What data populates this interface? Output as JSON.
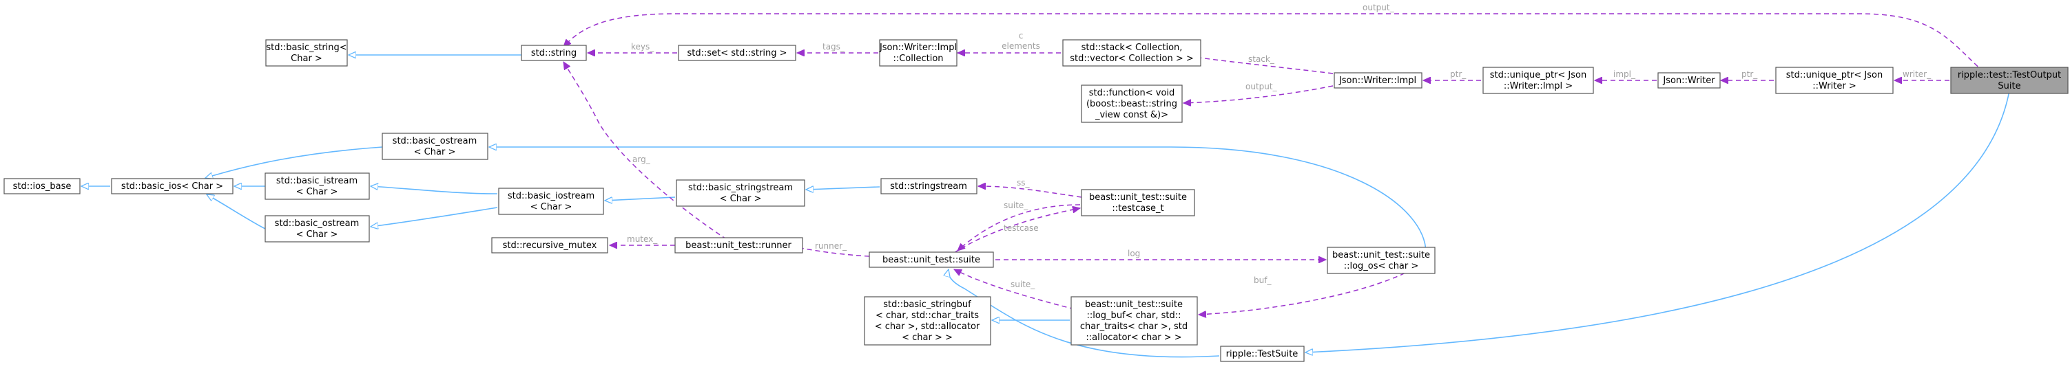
{
  "colors": {
    "inheritance_edge": "#63b8ff",
    "usage_edge": "#9a32cd",
    "edge_label": "#a0a0a0",
    "node_border": "#555555",
    "highlight_fill": "#a0a0a0"
  },
  "nodes": {
    "test_output_suite": [
      "ripple::test::TestOutput",
      "Suite"
    ],
    "unique_ptr_writer": [
      "std::unique_ptr< Json",
      "::Writer >"
    ],
    "json_writer": [
      "Json::Writer"
    ],
    "unique_ptr_writer_impl": [
      "std::unique_ptr< Json",
      "::Writer::Impl >"
    ],
    "writer_impl": [
      "Json::Writer::Impl"
    ],
    "stack_collection": [
      "std::stack< Collection,",
      "std::vector< Collection > >"
    ],
    "writer_impl_collection": [
      "Json::Writer::Impl",
      "::Collection"
    ],
    "set_string": [
      "std::set< std::string >"
    ],
    "std_string": [
      "std::string"
    ],
    "basic_string": [
      "std::basic_string<",
      "Char >"
    ],
    "std_function": [
      "std::function< void",
      "(boost::beast::string",
      "_view const &)>"
    ],
    "basic_ostream_top": [
      "std::basic_ostream",
      "< Char >"
    ],
    "ios_base": [
      "std::ios_base"
    ],
    "basic_ios": [
      "std::basic_ios< Char >"
    ],
    "basic_istream": [
      "std::basic_istream",
      "< Char >"
    ],
    "basic_ostream_bottom": [
      "std::basic_ostream",
      "< Char >"
    ],
    "basic_iostream": [
      "std::basic_iostream",
      "< Char >"
    ],
    "basic_stringstream": [
      "std::basic_stringstream",
      "< Char >"
    ],
    "stringstream": [
      "std::stringstream"
    ],
    "testcase_t": [
      "beast::unit_test::suite",
      "::testcase_t"
    ],
    "recursive_mutex": [
      "std::recursive_mutex"
    ],
    "runner": [
      "beast::unit_test::runner"
    ],
    "suite": [
      "beast::unit_test::suite"
    ],
    "log_os": [
      "beast::unit_test::suite",
      "::log_os< char >"
    ],
    "basic_stringbuf": [
      "std::basic_stringbuf",
      "< char, std::char_traits",
      "< char >, std::allocator",
      "< char > >"
    ],
    "log_buf": [
      "beast::unit_test::suite",
      "::log_buf< char, std::",
      "char_traits< char >, std",
      "::allocator< char > >"
    ],
    "ripple_test_suite": [
      "ripple::TestSuite"
    ]
  },
  "edge_labels": {
    "output_top": "output_",
    "writer": "writer_",
    "ptr_writer": "ptr_",
    "impl": "impl_",
    "ptr_impl": "ptr_",
    "stack": "stack_",
    "output_function": "output_",
    "c_elements": [
      "c",
      "elements"
    ],
    "tags": "tags_",
    "keys": "keys_",
    "arg": "arg_",
    "ss": "ss_",
    "suite_top": "suite_",
    "testcase": "testcase",
    "log": "log",
    "runner": "runner_",
    "mutex": "mutex_",
    "buf": "buf_",
    "suite_bottom": "suite_"
  }
}
